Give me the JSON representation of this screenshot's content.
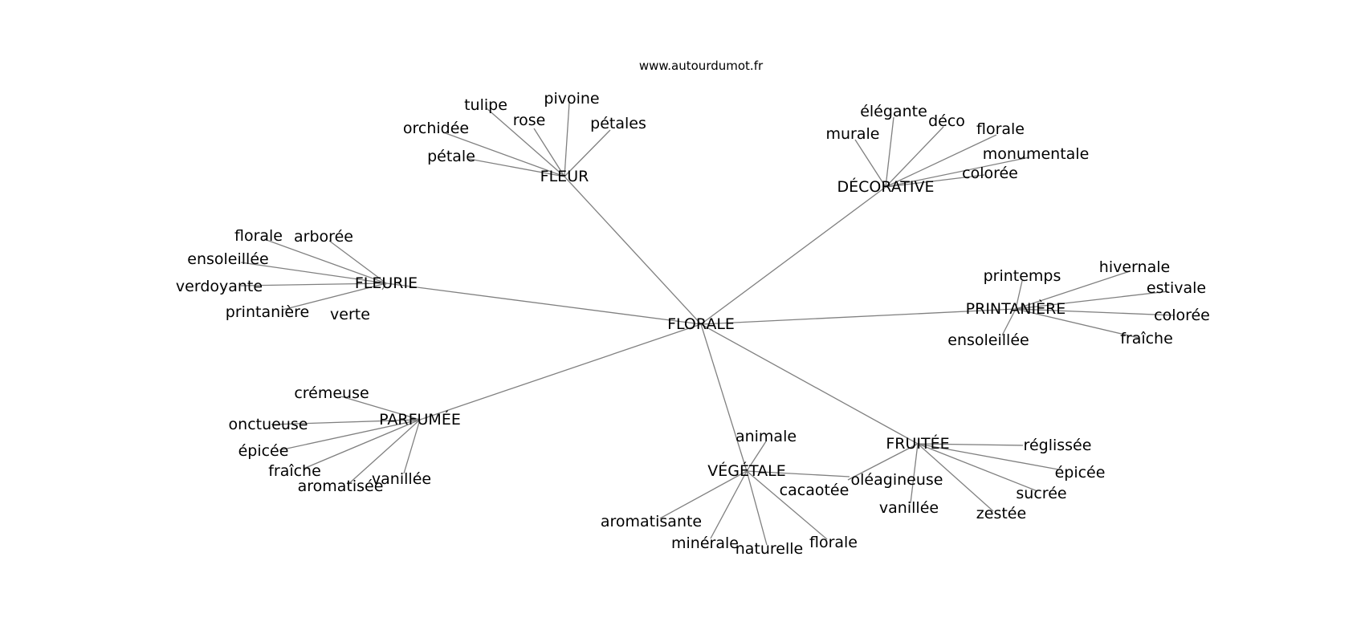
{
  "source_label": "www.autourdumot.fr",
  "center": "FLORALE",
  "clusters": [
    {
      "label": "FLEUR",
      "words": [
        "tulipe",
        "pivoine",
        "rose",
        "orchidée",
        "pétales",
        "pétale"
      ]
    },
    {
      "label": "DÉCORATIVE",
      "words": [
        "élégante",
        "déco",
        "murale",
        "florale",
        "monumentale",
        "colorée"
      ]
    },
    {
      "label": "FLEURIE",
      "words": [
        "florale",
        "arborée",
        "ensoleillée",
        "verdoyante",
        "printanière",
        "verte"
      ]
    },
    {
      "label": "PRINTANIÈRE",
      "words": [
        "printemps",
        "hivernale",
        "estivale",
        "colorée",
        "fraîche",
        "ensoleillée"
      ]
    },
    {
      "label": "PARFUMÉE",
      "words": [
        "crémeuse",
        "onctueuse",
        "épicée",
        "fraîche",
        "aromatisée",
        "vanillée"
      ]
    },
    {
      "label": "VÉGÉTALE",
      "words": [
        "animale",
        "cacaotée",
        "aromatisante",
        "minérale",
        "naturelle",
        "florale"
      ]
    },
    {
      "label": "FRUITÉE",
      "words": [
        "réglissée",
        "oléagineuse",
        "épicée",
        "sucrée",
        "vanillée",
        "zestée"
      ]
    }
  ]
}
